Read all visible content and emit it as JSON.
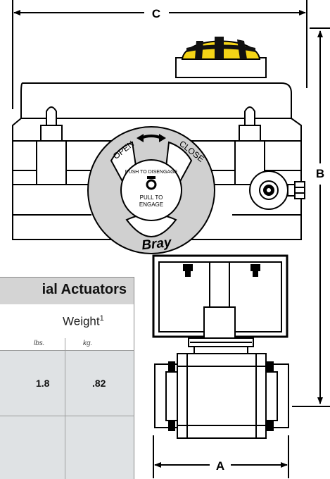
{
  "dimensions": {
    "c_label": "C",
    "b_label": "B",
    "a_label": "A"
  },
  "dial": {
    "open": "OPEN",
    "close": "CLOSE",
    "push_to_disengage": "PUSH TO DISENGAGE",
    "pull_to": "PULL TO",
    "engage": "ENGAGE",
    "brand": "Bray"
  },
  "table": {
    "title": "ial Actuators",
    "weight_label": "Weight",
    "weight_footnote": "1",
    "units": [
      "lbs.",
      "kg."
    ],
    "rows": [
      {
        "lbs": "1.8",
        "kg": ".82"
      }
    ]
  },
  "colors": {
    "cap_yellow": "#f4d416",
    "cap_black": "#111111",
    "table_header": "#d4d4d4",
    "table_row": "#dfe2e4"
  }
}
